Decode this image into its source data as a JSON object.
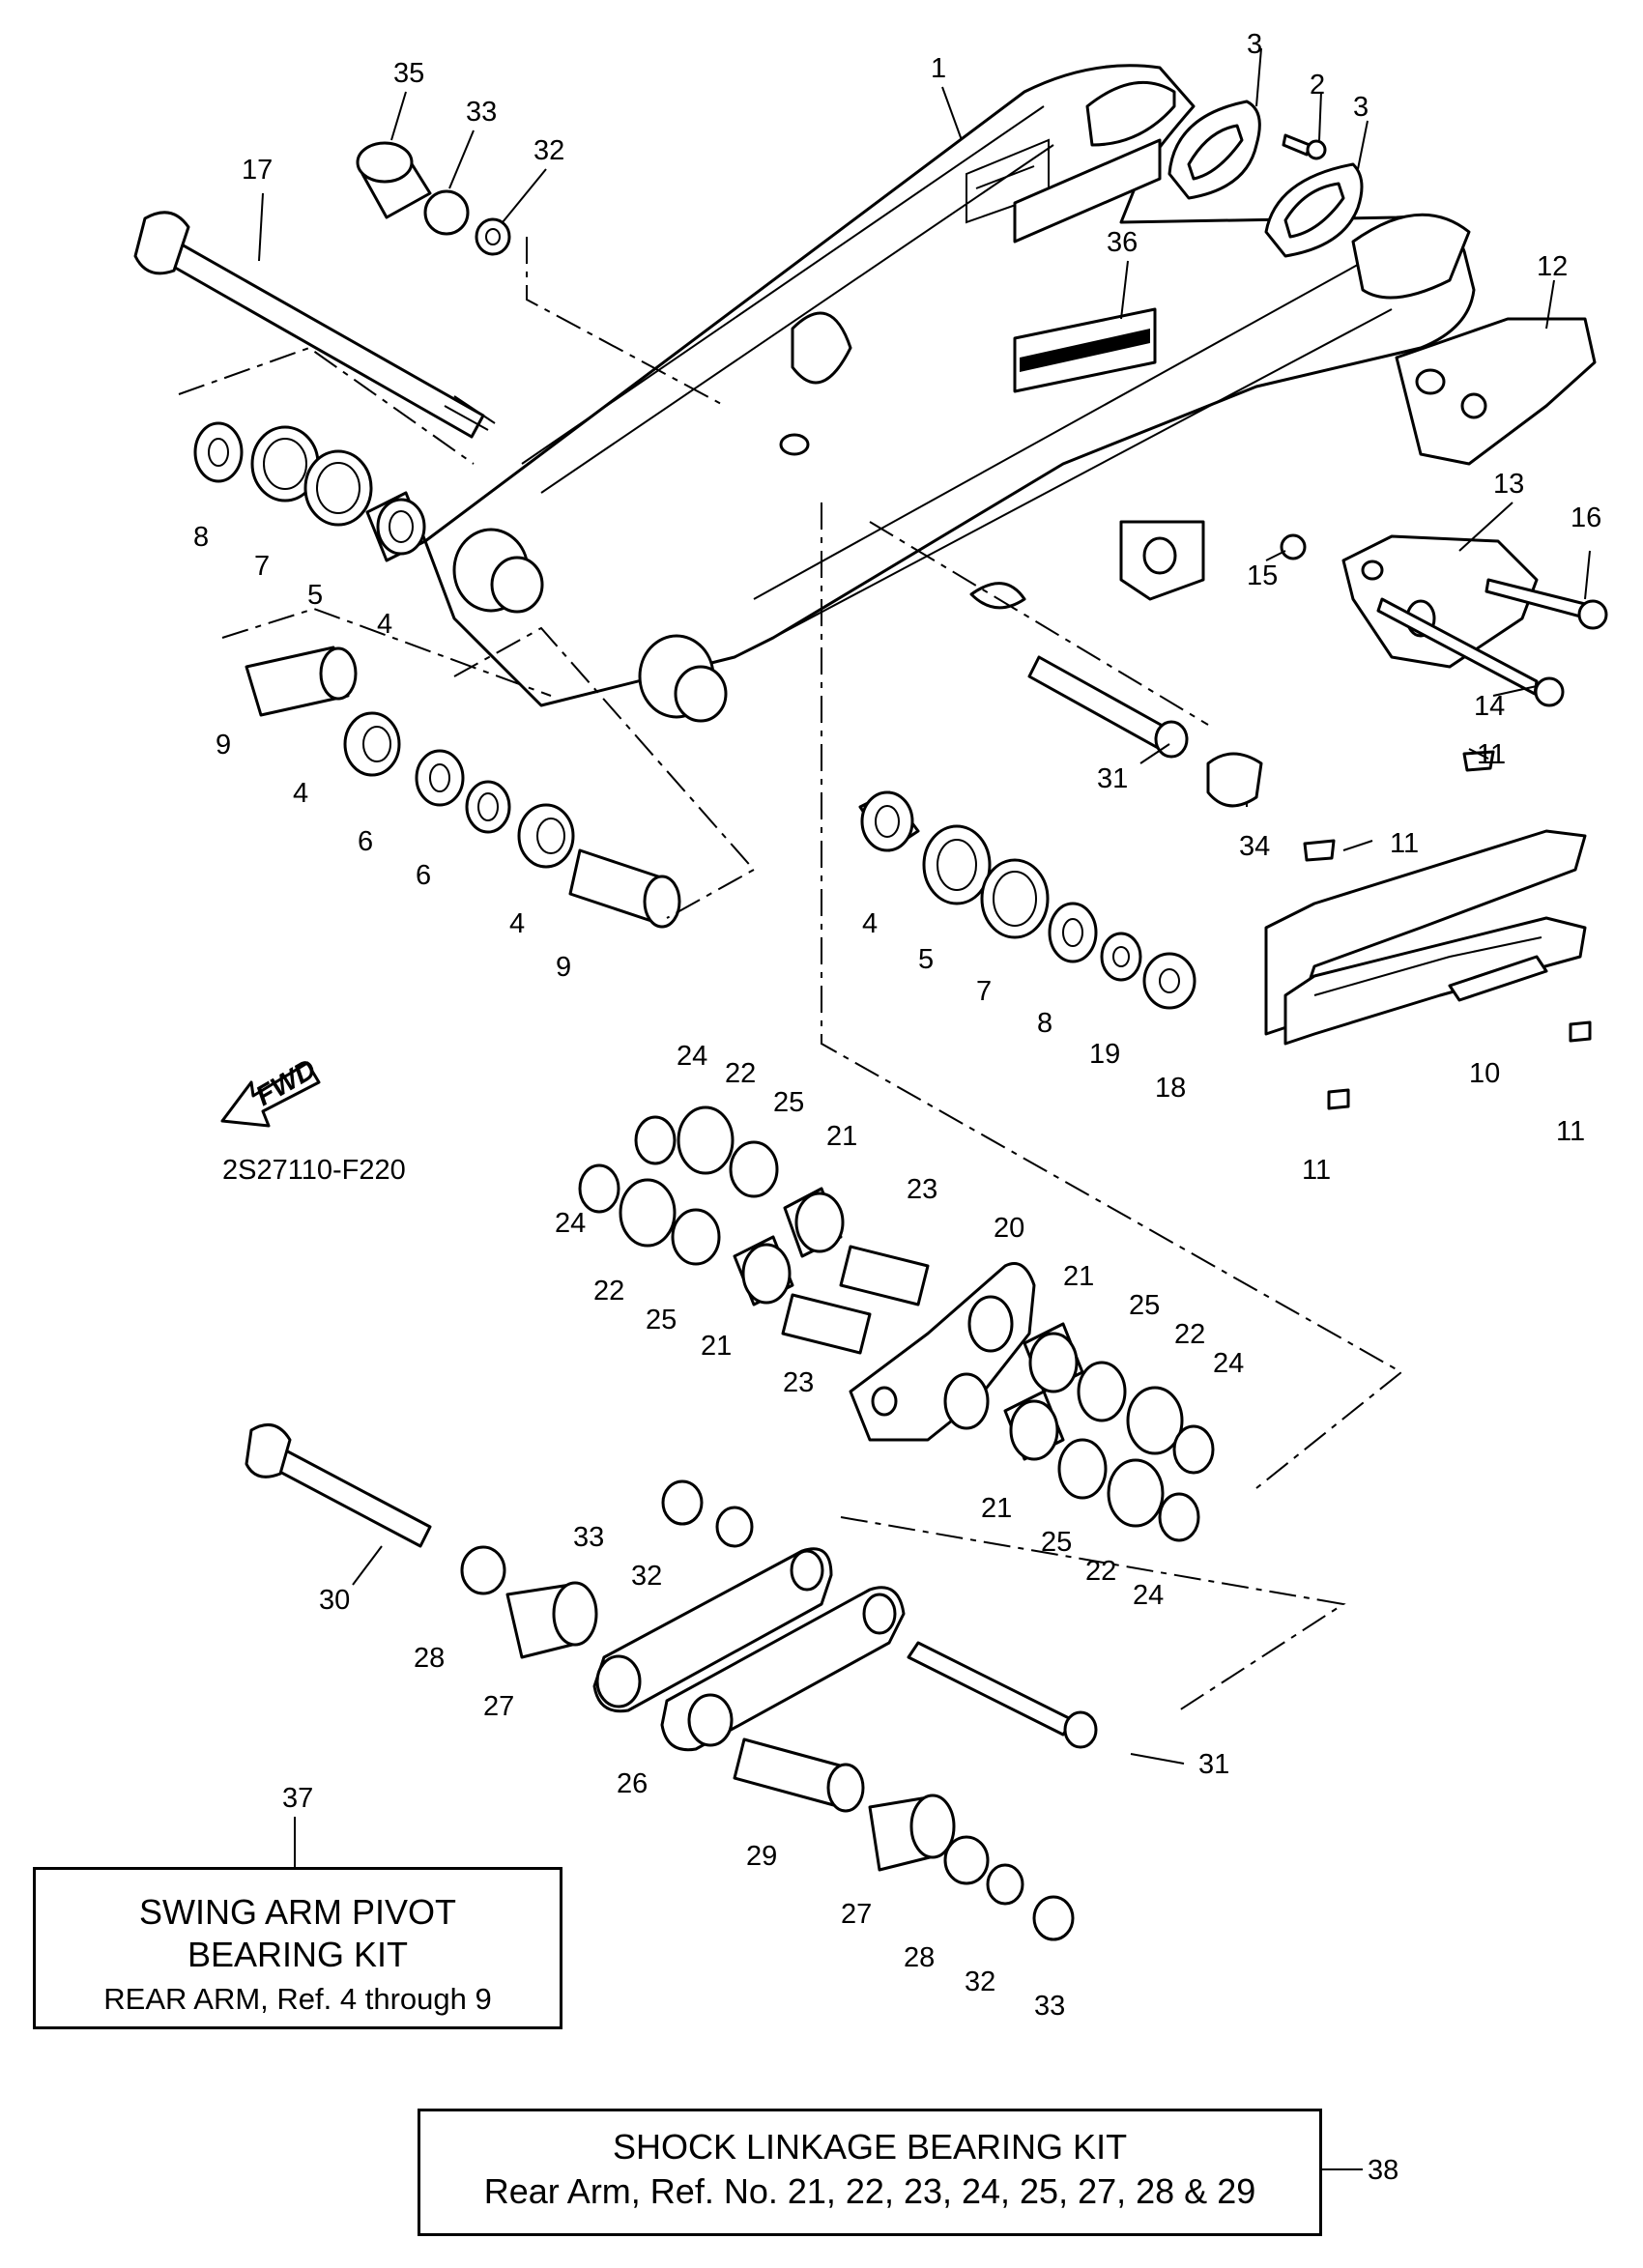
{
  "diagram_code": "2S27110-F220",
  "fwd_label": "FWD",
  "callouts": {
    "c1": "1",
    "c2": "2",
    "c3a": "3",
    "c3b": "3",
    "c4a": "4",
    "c4b": "4",
    "c4c": "4",
    "c4d": "4",
    "c5a": "5",
    "c5b": "5",
    "c6a": "6",
    "c6b": "6",
    "c7a": "7",
    "c7b": "7",
    "c8a": "8",
    "c8b": "8",
    "c9a": "9",
    "c9b": "9",
    "c10": "10",
    "c11a": "11",
    "c11b": "11",
    "c11c": "11",
    "c11d": "11",
    "c12": "12",
    "c13": "13",
    "c14": "14",
    "c15": "15",
    "c16": "16",
    "c17": "17",
    "c18": "18",
    "c19": "19",
    "c20": "20",
    "c21a": "21",
    "c21b": "21",
    "c21c": "21",
    "c21d": "21",
    "c22a": "22",
    "c22b": "22",
    "c22c": "22",
    "c22d": "22",
    "c23a": "23",
    "c23b": "23",
    "c24a": "24",
    "c24b": "24",
    "c24c": "24",
    "c24d": "24",
    "c25a": "25",
    "c25b": "25",
    "c25c": "25",
    "c25d": "25",
    "c26": "26",
    "c27a": "27",
    "c27b": "27",
    "c28a": "28",
    "c28b": "28",
    "c29": "29",
    "c30": "30",
    "c31a": "31",
    "c31b": "31",
    "c32a": "32",
    "c32b": "32",
    "c32c": "32",
    "c33a": "33",
    "c33b": "33",
    "c33c": "33",
    "c34": "34",
    "c35": "35",
    "c36": "36",
    "c37": "37",
    "c38": "38"
  },
  "kits": {
    "swing_arm": {
      "line1": "SWING ARM PIVOT",
      "line2": "BEARING KIT",
      "line3": "REAR ARM, Ref. 4 through 9"
    },
    "shock_linkage": {
      "line1": "SHOCK LINKAGE BEARING KIT",
      "line2": "Rear Arm, Ref. No. 21, 22, 23, 24, 25, 27, 28 & 29"
    }
  }
}
